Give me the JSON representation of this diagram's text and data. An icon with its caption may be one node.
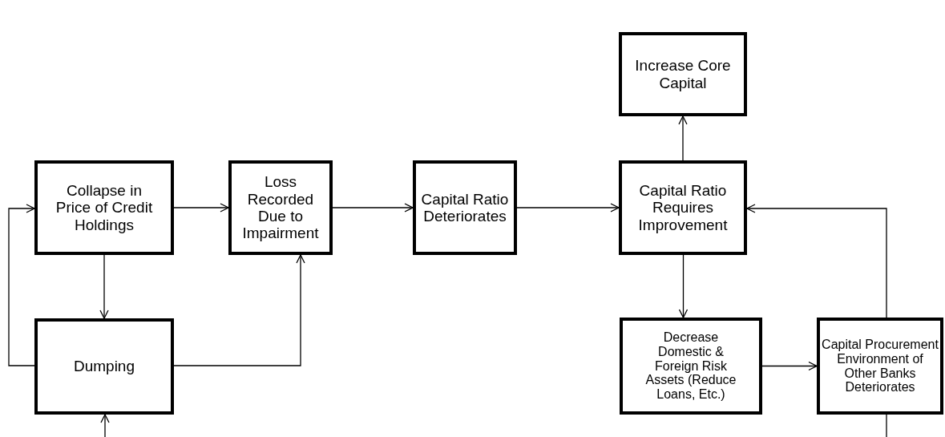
{
  "diagram": {
    "nodes": [
      {
        "text": [
          "Collapse in Price of Credit Holdings"
        ]
      },
      {
        "text": [
          "Loss Recorded Due to Impairment"
        ]
      },
      {
        "text": [
          "Capital Ratio Deteriorates"
        ]
      },
      {
        "text": [
          "Capital Ratio Requires Improvement"
        ]
      },
      {
        "text": [
          "Increase Core Capital"
        ]
      },
      {
        "text": [
          "Dumping"
        ]
      },
      {
        "text": [
          "Decrease Domestic & Foreign Risk Assets (Reduce Loans, Etc.)"
        ]
      },
      {
        "text": [
          "Capital Procurement Environment of Other Banks Deteriorates"
        ]
      }
    ],
    "edges": [
      {
        "from": 0,
        "to": 1,
        "arrow": "to"
      },
      {
        "from": 1,
        "to": 2,
        "arrow": "to"
      },
      {
        "from": 2,
        "to": 3,
        "arrow": "to"
      },
      {
        "from": 3,
        "to": 4,
        "arrow": "to"
      },
      {
        "from": 3,
        "to": 6,
        "arrow": "to"
      },
      {
        "from": 6,
        "to": 7,
        "arrow": "to"
      },
      {
        "from": 7,
        "to": 3,
        "arrow": "to"
      },
      {
        "from": 0,
        "to": 5,
        "arrow": "to"
      },
      {
        "from": 5,
        "to": 0,
        "arrow": "to"
      },
      {
        "from": 5,
        "to": 1,
        "arrow": "to"
      },
      {
        "from": null,
        "to": 5,
        "arrow": "to"
      },
      {
        "from": 7,
        "to": null,
        "arrow": "none"
      }
    ]
  }
}
